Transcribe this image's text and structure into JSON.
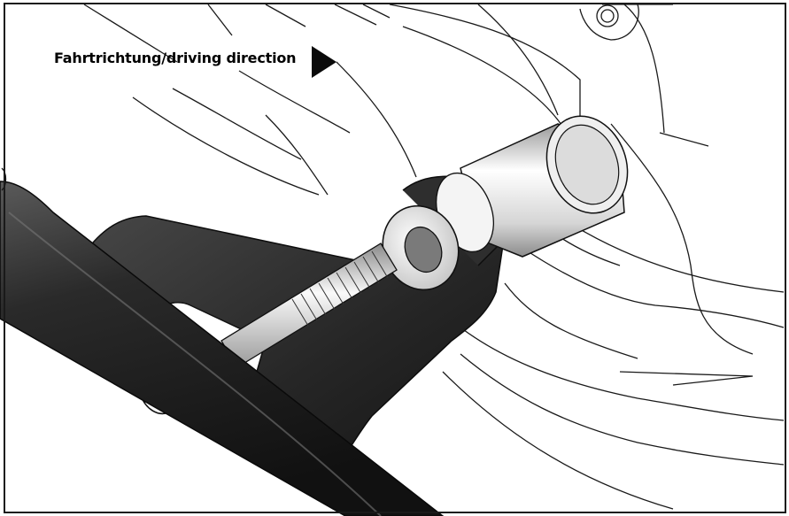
{
  "illustration": {
    "direction_label": "Fahrtrichtung/driving direction",
    "direction_arrow_icon": "play-triangle-icon",
    "parts": [
      "tube",
      "mounting-bracket",
      "cap-screw",
      "spacer-washer",
      "footpeg-bolt-sleeve",
      "engine-casing-outline"
    ],
    "colors": {
      "outline": "#1a1a1a",
      "bracket": "#2b2b2b",
      "tube": "#262626",
      "metal_light": "#f2f2f2",
      "metal_mid": "#bdbdbd",
      "background": "#ffffff"
    }
  }
}
